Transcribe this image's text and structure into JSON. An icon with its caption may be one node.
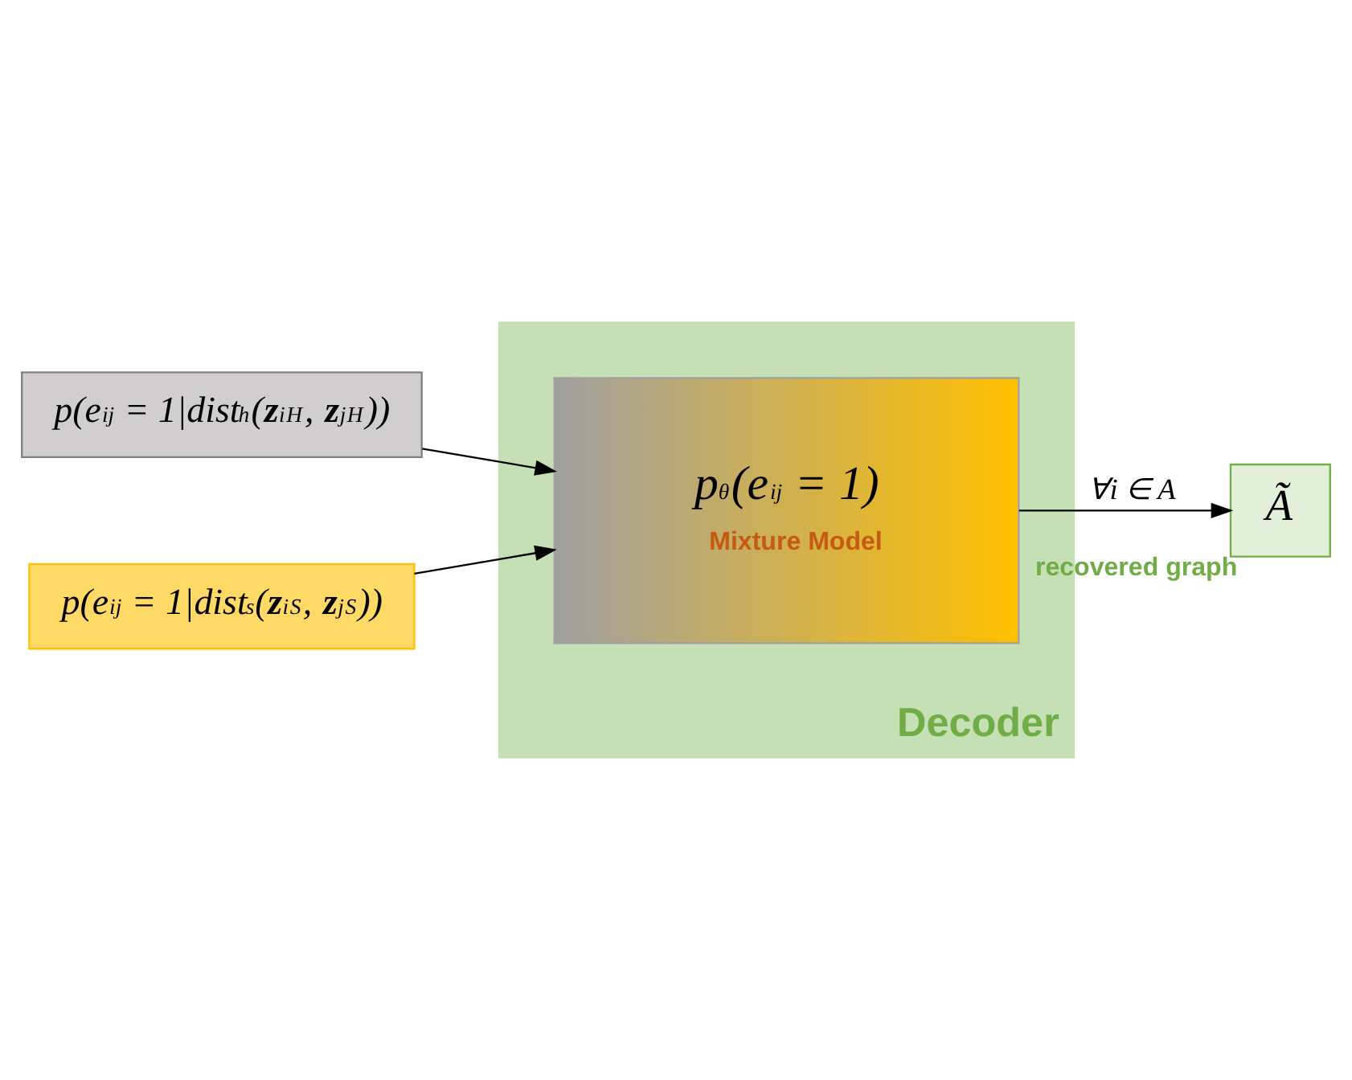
{
  "diagram": {
    "nodes": [
      {
        "text": [
          "Decoder"
        ]
      },
      {
        "text": [
          "p$_{θ}$(e$_{ij}$ = 1)",
          "Mixture Model"
        ],
        "in": 0
      },
      {
        "text": [
          "p(e$_{ij}$ = 1|dist$_{h}$(**z**$_{i}$$^{H}$, **z**$_{j}$$^{H}$))"
        ]
      },
      {
        "text": [
          "p(e$_{ij}$ = 1|dist$_{s}$(**z**$_{i}$$^{S}$, **z**$_{j}$$^{S}$))"
        ]
      },
      {
        "text": [
          "Ã"
        ],
        "beside": [
          "recovered graph"
        ]
      }
    ],
    "edges": [
      {
        "from": 2,
        "to": 1,
        "arrow": "to"
      },
      {
        "from": 3,
        "to": 1,
        "arrow": "to"
      },
      {
        "from": 1,
        "to": 4,
        "arrow": "to",
        "label": "∀i ∈ A"
      }
    ]
  }
}
